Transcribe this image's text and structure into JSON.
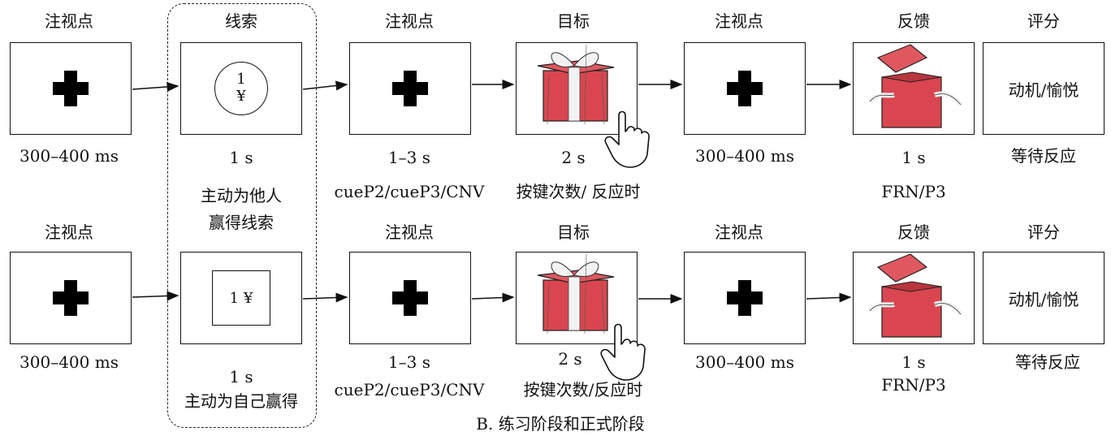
{
  "row1": {
    "fixation1": {
      "title": "注视点",
      "duration": "300–400 ms"
    },
    "cue": {
      "title": "线索",
      "coin_amount": "1",
      "coin_symbol": "¥",
      "duration": "1 s",
      "condition_line1": "主动为他人",
      "condition_line2": "赢得线索"
    },
    "fixation2": {
      "title": "注视点",
      "duration": "1–3 s",
      "erp": "cueP2/cueP3/CNV"
    },
    "target": {
      "title": "目标",
      "duration": "2 s",
      "measure": "按键次数/ 反应时"
    },
    "fixation3": {
      "title": "注视点",
      "duration": "300–400 ms"
    },
    "feedback": {
      "title": "反馈",
      "duration": "1 s",
      "erp": "FRN/P3"
    },
    "rating": {
      "title": "评分",
      "content": "动机/愉悦",
      "note": "等待反应"
    }
  },
  "row2": {
    "fixation1": {
      "title": "注视点",
      "duration": "300–400 ms"
    },
    "cue": {
      "cue_text": "1 ¥",
      "duration": "1 s",
      "condition": "主动为自己赢得"
    },
    "fixation2": {
      "title": "注视点",
      "duration": "1–3 s",
      "erp": "cueP2/cueP3/CNV"
    },
    "target": {
      "title": "目标",
      "duration": "2 s",
      "measure": "按键次数/反应时"
    },
    "fixation3": {
      "title": "注视点",
      "duration": "300–400 ms"
    },
    "feedback": {
      "title": "反馈",
      "duration": "1 s",
      "erp": "FRN/P3"
    },
    "rating": {
      "title": "评分",
      "content": "动机/愉悦",
      "note": "等待反应"
    }
  },
  "caption": "B. 练习阶段和正式阶段",
  "colors": {
    "gift_red": "#d9464f",
    "ribbon": "#f2f2f2",
    "line": "#111111"
  }
}
